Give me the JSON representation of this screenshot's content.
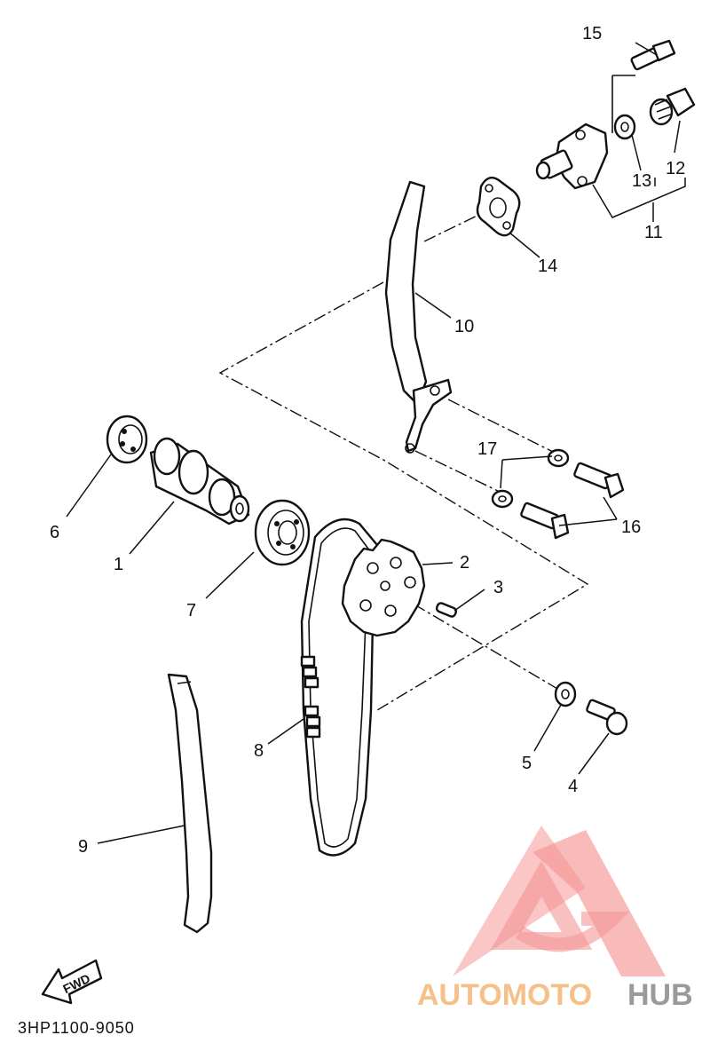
{
  "diagram": {
    "part_code": "3HP1100-9050",
    "direction_label": "FWD",
    "callouts": [
      {
        "id": "1",
        "label": "1"
      },
      {
        "id": "2",
        "label": "2"
      },
      {
        "id": "3",
        "label": "3"
      },
      {
        "id": "4",
        "label": "4"
      },
      {
        "id": "5",
        "label": "5"
      },
      {
        "id": "6",
        "label": "6"
      },
      {
        "id": "7",
        "label": "7"
      },
      {
        "id": "8",
        "label": "8"
      },
      {
        "id": "9",
        "label": "9"
      },
      {
        "id": "10",
        "label": "10"
      },
      {
        "id": "11",
        "label": "11"
      },
      {
        "id": "12",
        "label": "12"
      },
      {
        "id": "13",
        "label": "13"
      },
      {
        "id": "14",
        "label": "14"
      },
      {
        "id": "15",
        "label": "15"
      },
      {
        "id": "16",
        "label": "16"
      },
      {
        "id": "17",
        "label": "17"
      }
    ]
  },
  "watermark": {
    "brand_part1": "AUTOMOTO",
    "brand_part2": "HUB",
    "color_primary": "#f08080",
    "color_secondary": "#f5c089",
    "color_tertiary": "#9a9a9a"
  }
}
